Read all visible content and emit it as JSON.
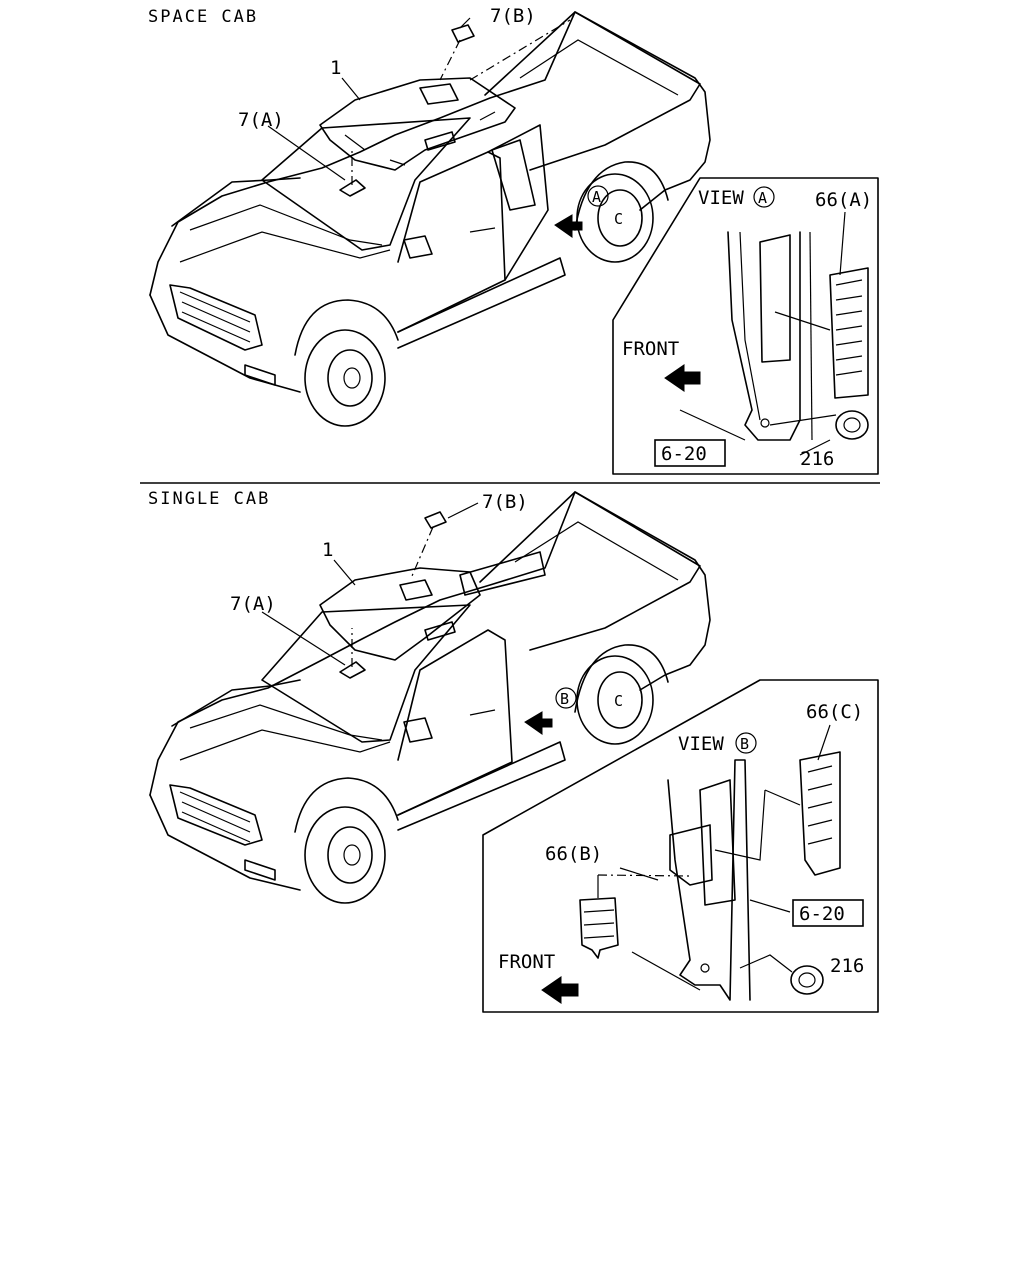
{
  "sections": {
    "space_cab": {
      "title": "SPACE CAB",
      "callouts": {
        "roof": "1",
        "lamp_a": "7(A)",
        "lamp_b": "7(B)",
        "view_marker": "A",
        "view_marker_c": "C"
      },
      "inset": {
        "view_word": "VIEW",
        "view_letter": "A",
        "front": "FRONT",
        "grille": "66(A)",
        "ref_box": "6-20",
        "grommet": "216"
      }
    },
    "single_cab": {
      "title": "SINGLE CAB",
      "callouts": {
        "roof": "1",
        "lamp_a": "7(A)",
        "lamp_b": "7(B)",
        "view_marker": "B",
        "view_marker_c": "C"
      },
      "inset": {
        "view_word": "VIEW",
        "view_letter": "B",
        "front": "FRONT",
        "grille_b": "66(B)",
        "grille_c": "66(C)",
        "ref_box": "6-20",
        "grommet": "216"
      }
    }
  }
}
